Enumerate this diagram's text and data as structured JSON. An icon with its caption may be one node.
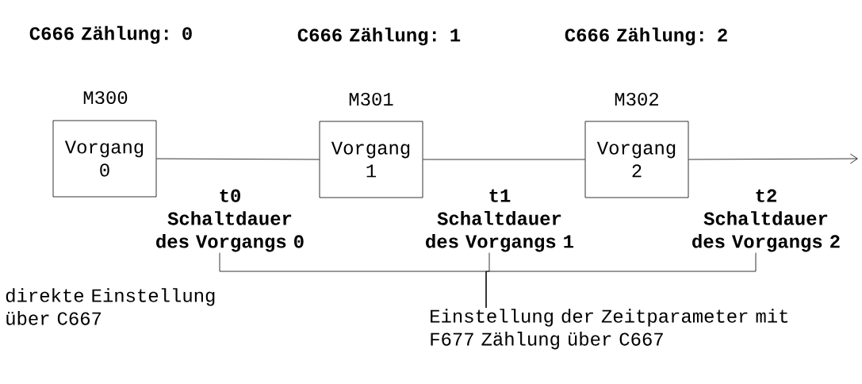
{
  "diagram": {
    "nodes": [
      {
        "text": [
          "Vorgang 0"
        ],
        "beside": [
          "C666 Zählung: 0",
          "M300"
        ]
      },
      {
        "text": [
          "Vorgang 1"
        ],
        "beside": [
          "C666 Zählung: 1",
          "M301"
        ]
      },
      {
        "text": [
          "Vorgang 2"
        ],
        "beside": [
          "C666 Zählung: 2",
          "M302"
        ]
      },
      {
        "text": [
          "t0",
          "Schaltdauer des Vorgangs 0"
        ]
      },
      {
        "text": [
          "t1",
          "Schaltdauer des Vorgangs 1"
        ]
      },
      {
        "text": [
          "t2",
          "Schaltdauer des Vorgangs 2"
        ]
      },
      {
        "text": [
          "Einstellung der Zeitparameter mit F677 Zählung über C667"
        ]
      }
    ],
    "edges": [
      {
        "from": 0,
        "to": 1,
        "arrow": "none"
      },
      {
        "from": 1,
        "to": 2,
        "arrow": "none"
      },
      {
        "from": 2,
        "to": null,
        "arrow": "to"
      },
      {
        "from": 3,
        "to": 6,
        "arrow": "none"
      },
      {
        "from": 4,
        "to": 6,
        "arrow": "none"
      },
      {
        "from": 5,
        "to": 6,
        "arrow": "none"
      }
    ],
    "labels": [
      "direkte Einstellung über C667"
    ]
  }
}
